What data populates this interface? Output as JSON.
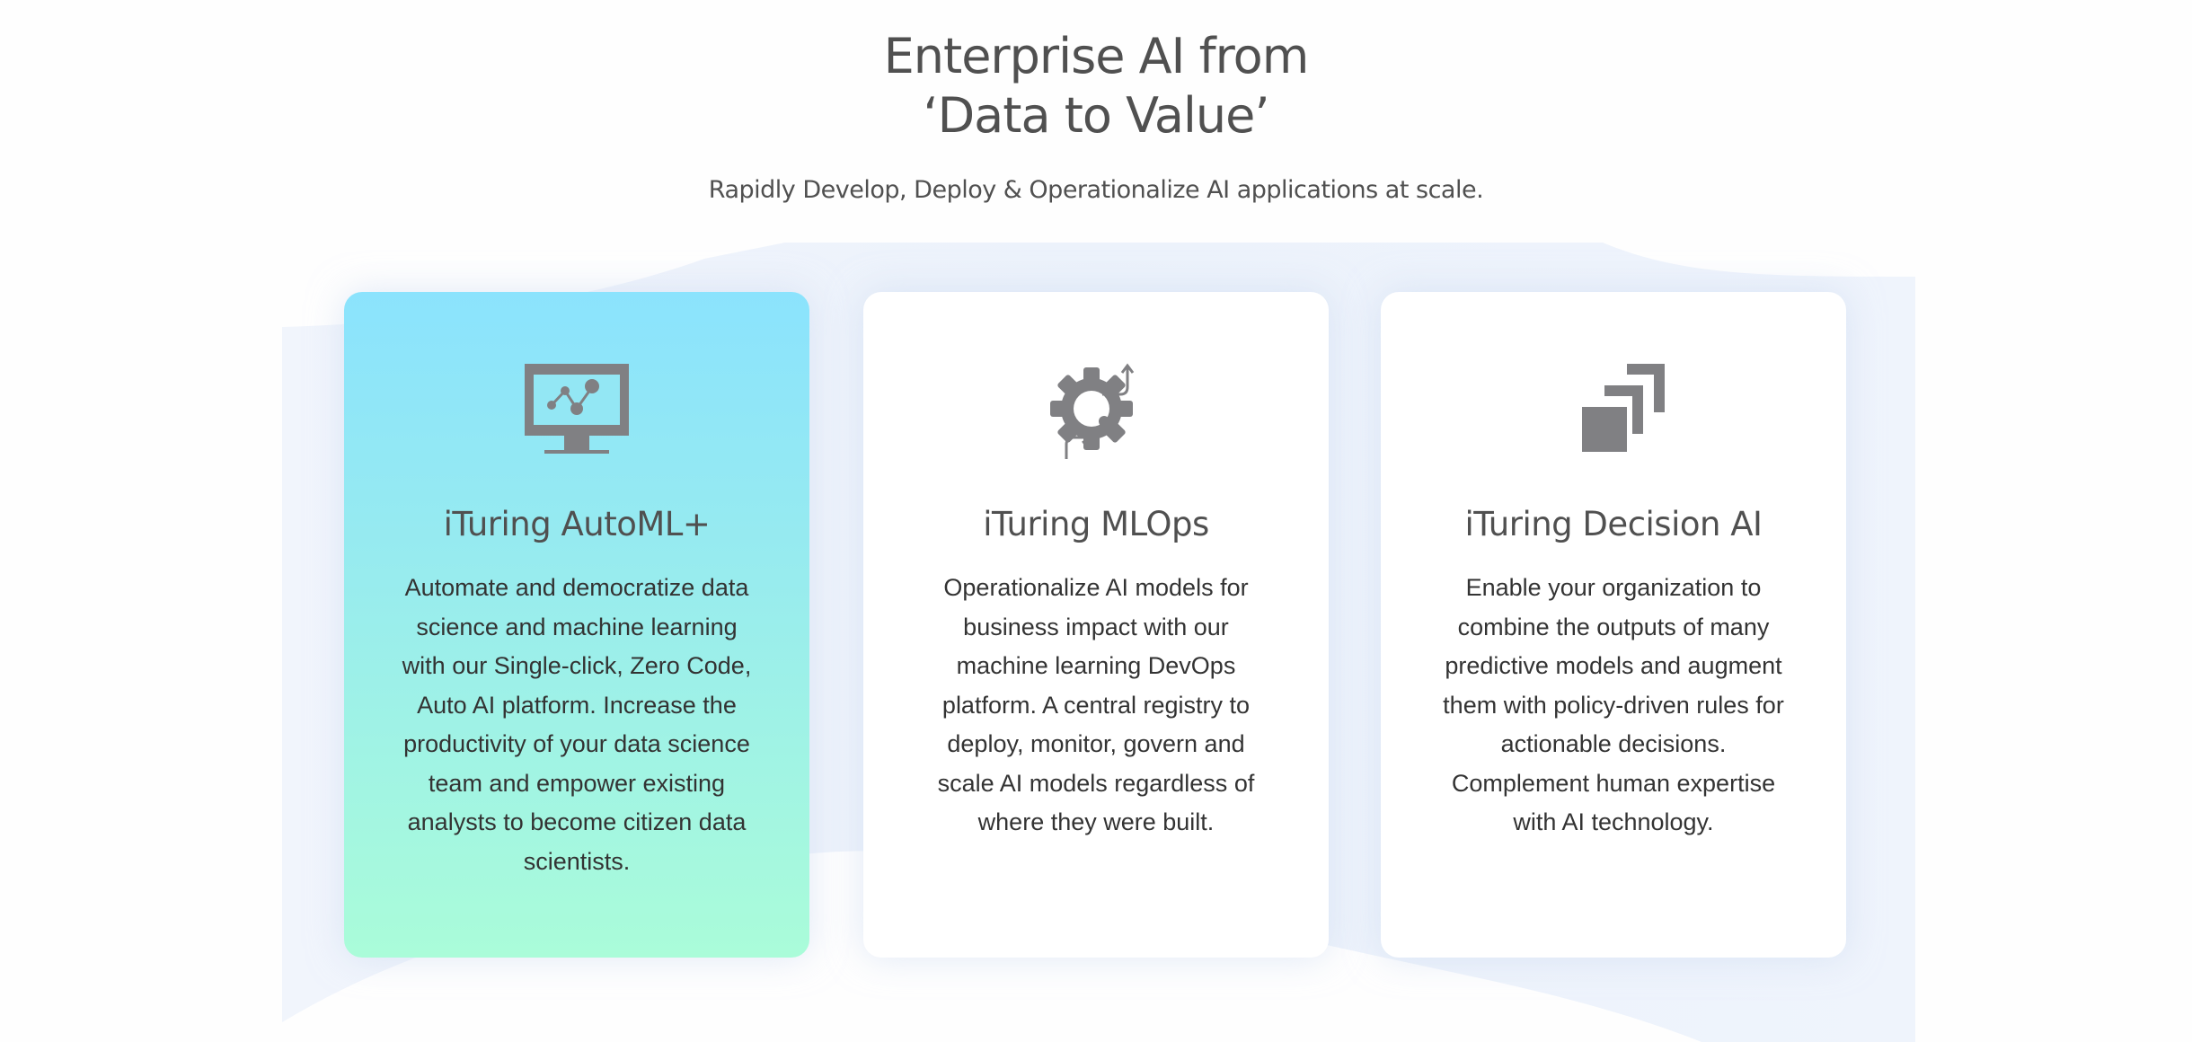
{
  "header": {
    "title_line1": "Enterprise AI from",
    "title_line2": "‘Data to Value’",
    "subtitle": "Rapidly Develop, Deploy & Operationalize AI applications at scale."
  },
  "colors": {
    "heading_text": "#505050",
    "body_text": "#333333",
    "band_background": "#eef3fb",
    "active_gradient_top": "#8be3fd",
    "active_gradient_bottom": "#aafcd9",
    "icon_gray": "#808083"
  },
  "products": [
    {
      "name": "iTuring AutoML+",
      "icon": "monitor-chart-icon",
      "active": true,
      "description": "Automate and democratize data science and machine learning with our Single-click, Zero Code, Auto AI platform. Increase the productivity of your data science team and empower existing analysts to become citizen data scientists."
    },
    {
      "name": "iTuring MLOps",
      "icon": "gear-arrows-icon",
      "active": false,
      "description": "Operationalize AI models for business impact with our machine learning DevOps platform. A central registry to deploy, monitor, govern and scale AI models regardless of where they were built."
    },
    {
      "name": "iTuring Decision AI",
      "icon": "stacked-layers-icon",
      "active": false,
      "description": "Enable your organization to combine the outputs of many predictive models and augment them with policy-driven rules for actionable decisions. Complement human expertise with AI technology."
    }
  ]
}
